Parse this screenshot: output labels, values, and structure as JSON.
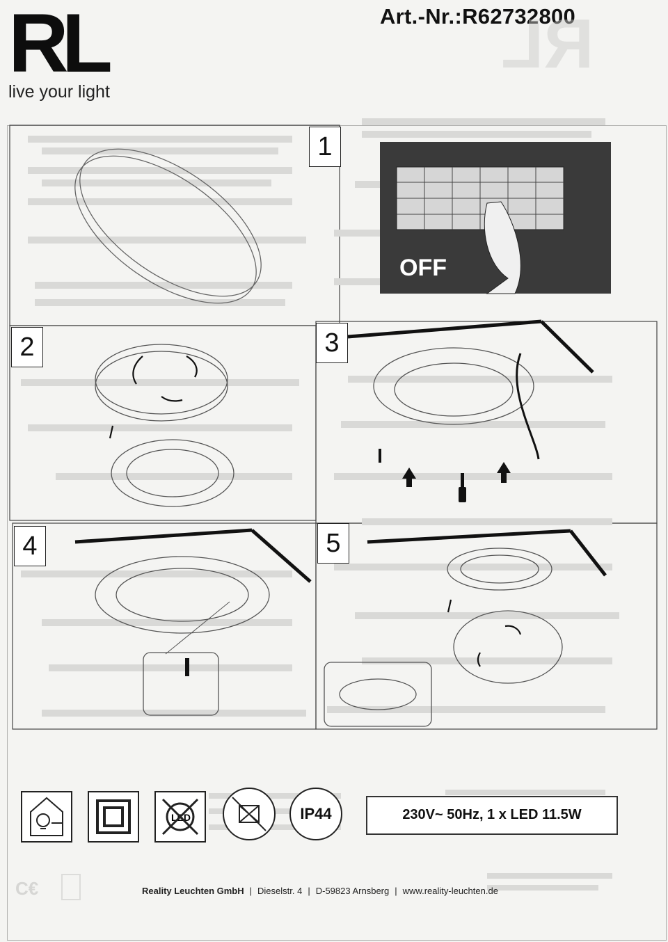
{
  "header": {
    "brand_logo": "RL",
    "brand_tagline": "live your light",
    "article_number": "Art.-Nr.:R62732800"
  },
  "steps": [
    "1",
    "2",
    "3",
    "4",
    "5"
  ],
  "step1": {
    "switch_label": "OFF"
  },
  "symbols": {
    "indoor_icon": "indoor-use-icon",
    "class2_icon": "protection-class-ii-icon",
    "led_icon": "led-not-replaceable-icon",
    "dimmer_icon": "not-dimmable-icon",
    "ip_rating": "IP44"
  },
  "power_rating": "230V~ 50Hz, 1 x LED 11.5W",
  "footer": {
    "company": "Reality Leuchten GmbH",
    "street": "Dieselstr. 4",
    "city": "D-59823 Arnsberg",
    "website": "www.reality-leuchten.de"
  },
  "colors": {
    "ink": "#111111",
    "paper": "#f4f4f2",
    "bleed": "#d4d4d2"
  }
}
